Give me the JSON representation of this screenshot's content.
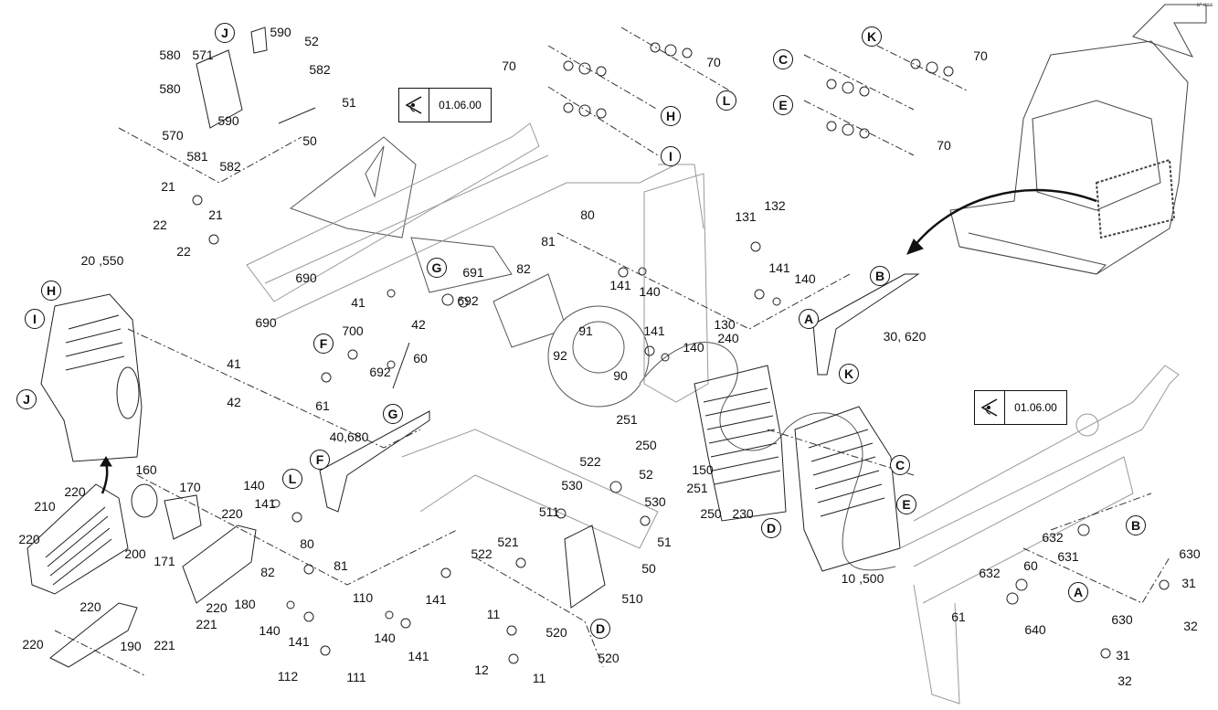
{
  "corner_mark": "a° aaa",
  "view_refs": [
    {
      "icon": "eye-view-icon",
      "ref": "01.06.00"
    },
    {
      "icon": "eye-view-icon",
      "ref": "01.06.00"
    }
  ],
  "part_labels": [
    "590",
    "52",
    "571",
    "580",
    "582",
    "51",
    "580",
    "590",
    "570",
    "50",
    "581",
    "582",
    "21",
    "21",
    "22",
    "22",
    "20 ,550",
    "70",
    "70",
    "70",
    "70",
    "80",
    "81",
    "82",
    "141",
    "140",
    "131",
    "132",
    "141",
    "140",
    "130",
    "690",
    "691",
    "692",
    "41",
    "42",
    "690",
    "700",
    "60",
    "41",
    "692",
    "42",
    "61",
    "91",
    "92",
    "90",
    "141",
    "140",
    "240",
    "30, 620",
    "251",
    "250",
    "150",
    "40,680",
    "160",
    "170",
    "220",
    "210",
    "220",
    "200",
    "220",
    "171",
    "220",
    "180",
    "221",
    "220",
    "221",
    "220",
    "190",
    "140",
    "141",
    "80",
    "82",
    "81",
    "110",
    "140",
    "141",
    "112",
    "111",
    "140",
    "141",
    "141",
    "522",
    "52",
    "530",
    "530",
    "511",
    "51",
    "521",
    "522",
    "50",
    "510",
    "11",
    "520",
    "12",
    "520",
    "11",
    "251",
    "250",
    "230",
    "10 ,500",
    "632",
    "631",
    "630",
    "31",
    "32",
    "632",
    "60",
    "61",
    "640",
    "630",
    "31",
    "32"
  ],
  "callout_letters": [
    "J",
    "H",
    "L",
    "I",
    "C",
    "K",
    "E",
    "G",
    "F",
    "A",
    "B",
    "K",
    "H",
    "I",
    "J",
    "G",
    "F",
    "L",
    "D",
    "C",
    "E",
    "D",
    "B",
    "A"
  ],
  "colors": {
    "line": "#111111",
    "watermark": "#ffffff"
  }
}
